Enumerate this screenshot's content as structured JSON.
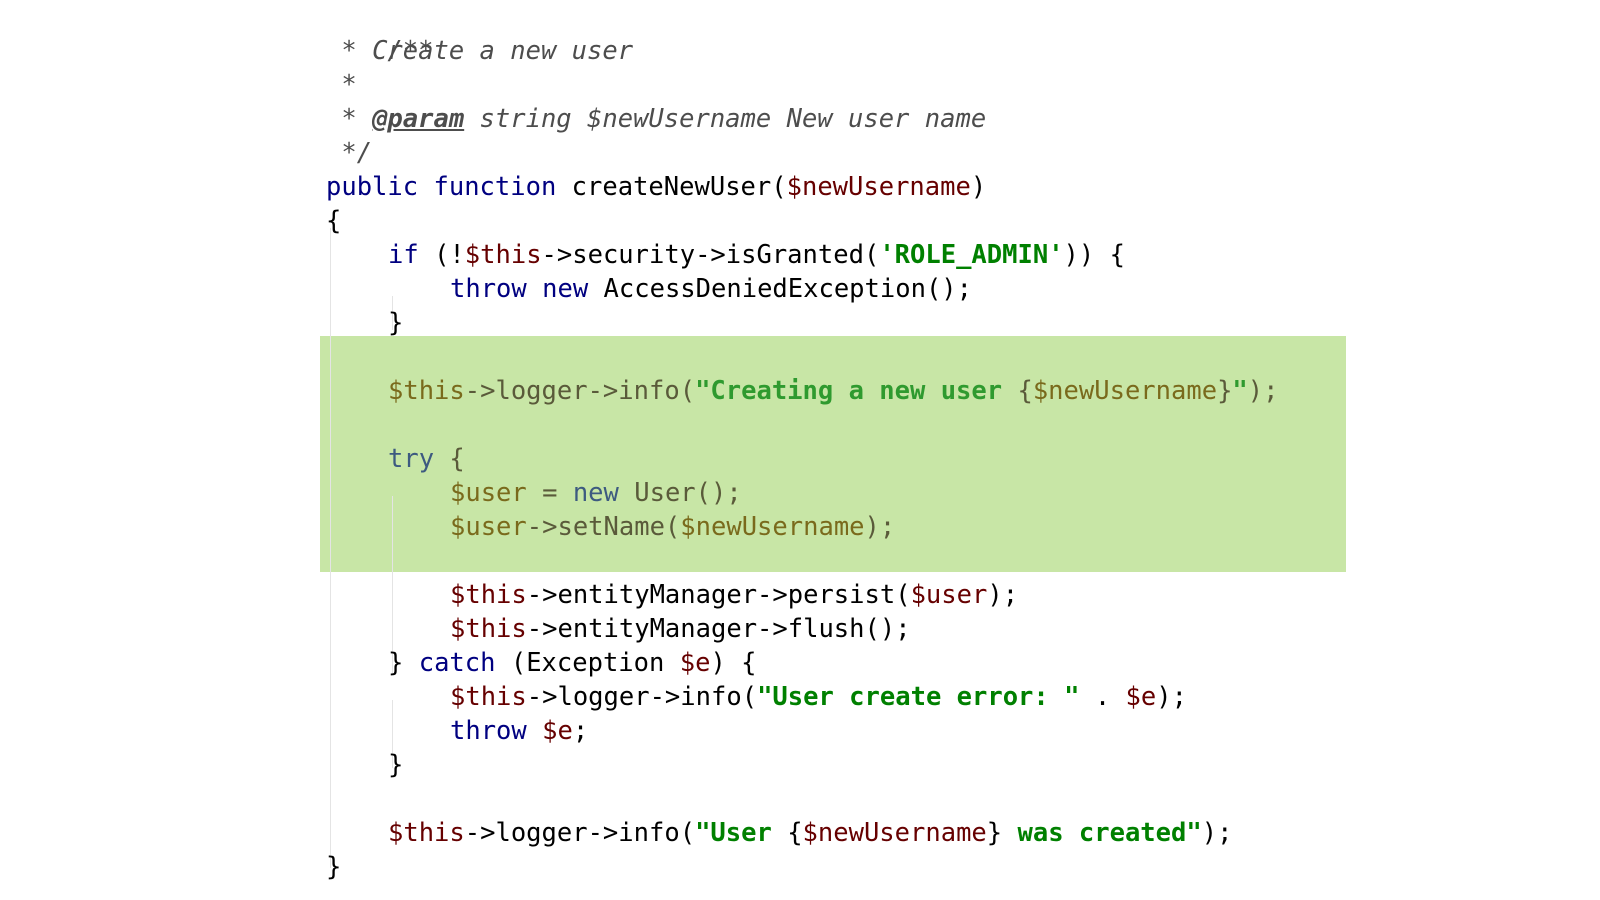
{
  "code": {
    "doc_open": "/**",
    "doc_star": " * ",
    "doc_summary": "Create a new user",
    "doc_blank": " *",
    "doc_param_tag": "@param",
    "doc_param_text": " string $newUsername New user name",
    "doc_close": " */",
    "kw_public": "public",
    "kw_function": "function",
    "fn_name": " createNewUser(",
    "param_var": "$newUsername",
    "paren_close": ")",
    "brace_open": "{",
    "kw_if": "if",
    "if_open": " (!",
    "this": "$this",
    "security_call": "->security->isGranted(",
    "role_admin": "'ROLE_ADMIN'",
    "if_close": ")) {",
    "kw_throw": "throw",
    "kw_new": "new",
    "access_denied": " AccessDeniedException();",
    "brace_close": "}",
    "logger_info": "->logger->info(",
    "str_creating_1": "\"Creating a new user ",
    "brace_var_open": "{",
    "brace_var_close": "}",
    "str_quote_end": "\"",
    "end_call": ");",
    "kw_try": "try",
    "space_brace_open": " {",
    "user_var": "$user",
    "assign": " = ",
    "user_ctor": " User();",
    "set_name": "->setName(",
    "persist": "->entityManager->persist(",
    "flush": "->entityManager->flush();",
    "catch_brace": "} ",
    "kw_catch": "catch",
    "exception_open": " (Exception ",
    "e_var": "$e",
    "catch_tail": ") {",
    "str_user_error": "\"User create error: \"",
    "concat": " . ",
    "throw_tail": ";",
    "str_user_1": "\"User ",
    "str_was_created": " was created\""
  }
}
